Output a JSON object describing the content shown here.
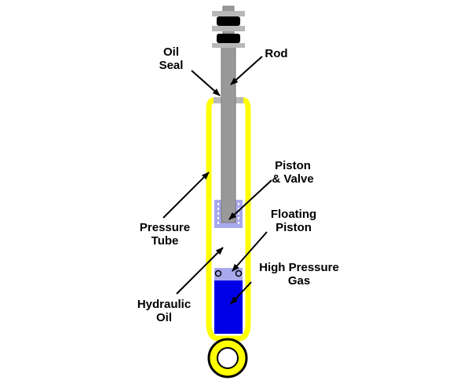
{
  "labels": {
    "oil_seal": [
      "Oil",
      "Seal"
    ],
    "rod": [
      "Rod"
    ],
    "piston_valve": [
      "Piston",
      "& Valve"
    ],
    "floating_piston": [
      "Floating",
      "Piston"
    ],
    "pressure_tube": [
      "Pressure",
      "Tube"
    ],
    "high_pressure_gas": [
      "High Pressure",
      "Gas"
    ],
    "hydraulic_oil": [
      "Hydraulic",
      "Oil"
    ]
  },
  "colors": {
    "tube_outline": "#ffff00",
    "rod": "#999999",
    "piston": "#a8a8ee",
    "gas": "#0000e6",
    "seal": "#b8b8b8",
    "ink": "#000000"
  }
}
